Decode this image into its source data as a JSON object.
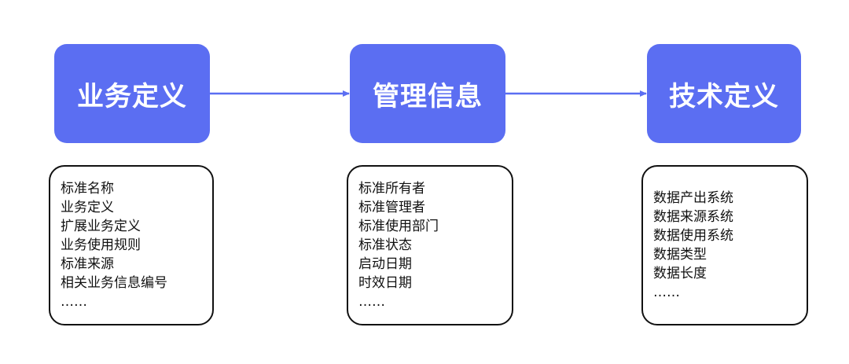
{
  "colors": {
    "box_fill": "#5b6ef2",
    "arrow": "#5b6ef2",
    "outline": "#111111"
  },
  "columns": [
    {
      "title": "业务定义",
      "items": [
        "标准名称",
        "业务定义",
        "扩展业务定义",
        "业务使用规则",
        "标准来源",
        "相关业务信息编号",
        "……"
      ]
    },
    {
      "title": "管理信息",
      "items": [
        "标准所有者",
        "标准管理者",
        "标准使用部门",
        "标准状态",
        "启动日期",
        "时效日期",
        "……"
      ]
    },
    {
      "title": "技术定义",
      "items": [
        "数据产出系统",
        "数据来源系统",
        "数据使用系统",
        "数据类型",
        "数据长度",
        "……"
      ]
    }
  ]
}
